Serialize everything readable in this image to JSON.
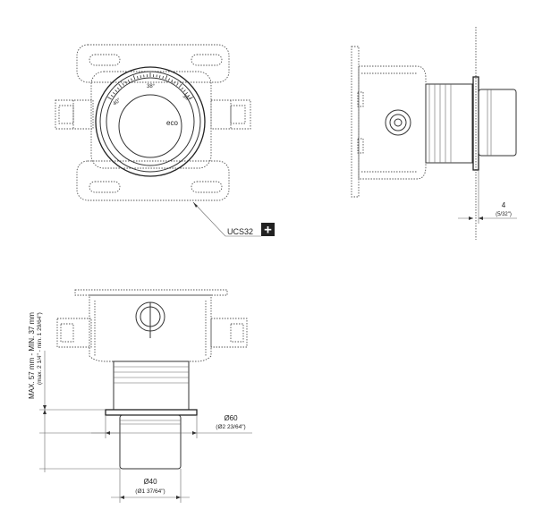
{
  "labels": {
    "ucs_tag": "UCS32",
    "plus_symbol": "+",
    "dim_side": "4",
    "dim_side_inch": "(5/32\")",
    "dim_depth": "MAX. 57 mm - MIN. 37 mm",
    "dim_depth_inch": "(max. 2 1/4\" - min. 1 29/64\")",
    "dim_d60": "Ø60",
    "dim_d60_inch": "(Ø2 23/64\")",
    "dim_d40": "Ø40",
    "dim_d40_inch": "(Ø1 37/64\")"
  },
  "dial": {
    "mark_left": "40°",
    "mark_mid": "38°",
    "mark_right": "36°",
    "eco_label": "eco"
  },
  "colors": {
    "line": "#333333",
    "plus_box": "#222222",
    "plus_text": "#ffffff"
  }
}
